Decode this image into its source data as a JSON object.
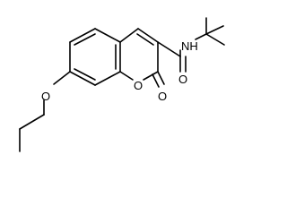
{
  "structure": {
    "atom_labels": {
      "amine": "NH",
      "amide_oxygen": "O",
      "ring_oxygen": "O",
      "lactone_carbonyl_oxygen": "O",
      "ether_oxygen": "O"
    },
    "colors": {
      "bond": "#000000",
      "text": "#000000",
      "background": "#ffffff"
    }
  }
}
